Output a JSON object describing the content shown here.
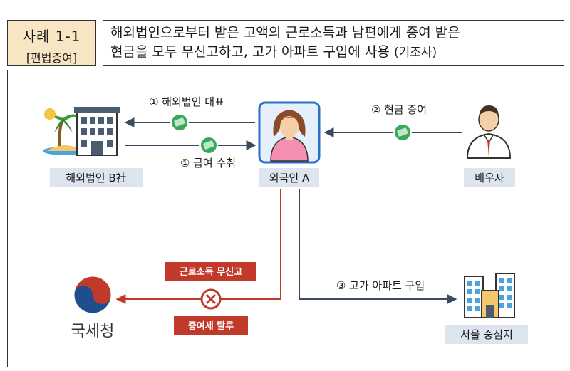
{
  "case": {
    "number": "사례 1-1",
    "category": "[편법증여]",
    "description_line1": "해외법인으로부터 받은 고액의 근로소득과 남편에게 증여 받은",
    "description_line2": "현금을 모두 무신고하고, 고가 아파트 구입에 사용",
    "description_suffix": "(기조사)"
  },
  "nodes": {
    "overseas_company": "해외법인 B社",
    "foreigner": "외국인 A",
    "spouse": "배우자",
    "nts": "국세청",
    "apartment": "서울 중심지"
  },
  "edges": {
    "representative": "① 해외법인 대표",
    "salary": "① 급여 수취",
    "cash_gift": "② 현금 증여",
    "apartment_purchase": "③ 고가 아파트 구입",
    "unreported_income": "근로소득 무신고",
    "gift_tax_evasion": "증여세 탈루"
  },
  "colors": {
    "case_tag_bg": "#f8e5c4",
    "label_bg": "#dde5ee",
    "red_arrow": "#c0392b",
    "navy_arrow": "#3b4a5e",
    "money_icon": "#3aa85a"
  }
}
